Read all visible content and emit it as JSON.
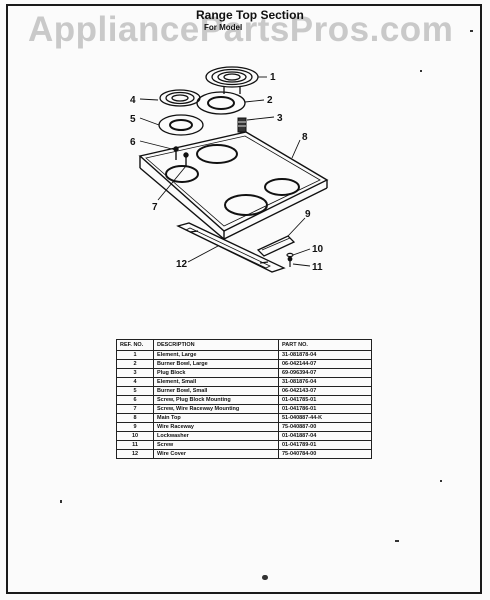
{
  "watermark": "AppliancePartsPros.com",
  "title": "Range Top Section",
  "subtitle": "For Model",
  "callouts": [
    "1",
    "2",
    "3",
    "4",
    "5",
    "6",
    "7",
    "8",
    "9",
    "10",
    "11",
    "12"
  ],
  "table": {
    "headers": [
      "REF. NO.",
      "DESCRIPTION",
      "PART NO."
    ],
    "rows": [
      {
        "ref": "1",
        "desc": "Element, Large",
        "part": "31-081878-04"
      },
      {
        "ref": "2",
        "desc": "Burner Bowl, Large",
        "part": "06-042144-07"
      },
      {
        "ref": "3",
        "desc": "Plug Block",
        "part": "69-096394-07"
      },
      {
        "ref": "4",
        "desc": "Element, Small",
        "part": "31-081876-04"
      },
      {
        "ref": "5",
        "desc": "Burner Bowl, Small",
        "part": "06-042143-07"
      },
      {
        "ref": "6",
        "desc": "Screw, Plug Block Mounting",
        "part": "01-041785-01"
      },
      {
        "ref": "7",
        "desc": "Screw, Wire Raceway Mounting",
        "part": "01-041786-01"
      },
      {
        "ref": "8",
        "desc": "Main Top",
        "part": "51-040887-44-K"
      },
      {
        "ref": "9",
        "desc": "Wire Raceway",
        "part": "75-040887-00"
      },
      {
        "ref": "10",
        "desc": "Lockwasher",
        "part": "01-041887-04"
      },
      {
        "ref": "11",
        "desc": "Screw",
        "part": "01-041789-01"
      },
      {
        "ref": "12",
        "desc": "Wire Cover",
        "part": "75-040784-00"
      }
    ]
  }
}
